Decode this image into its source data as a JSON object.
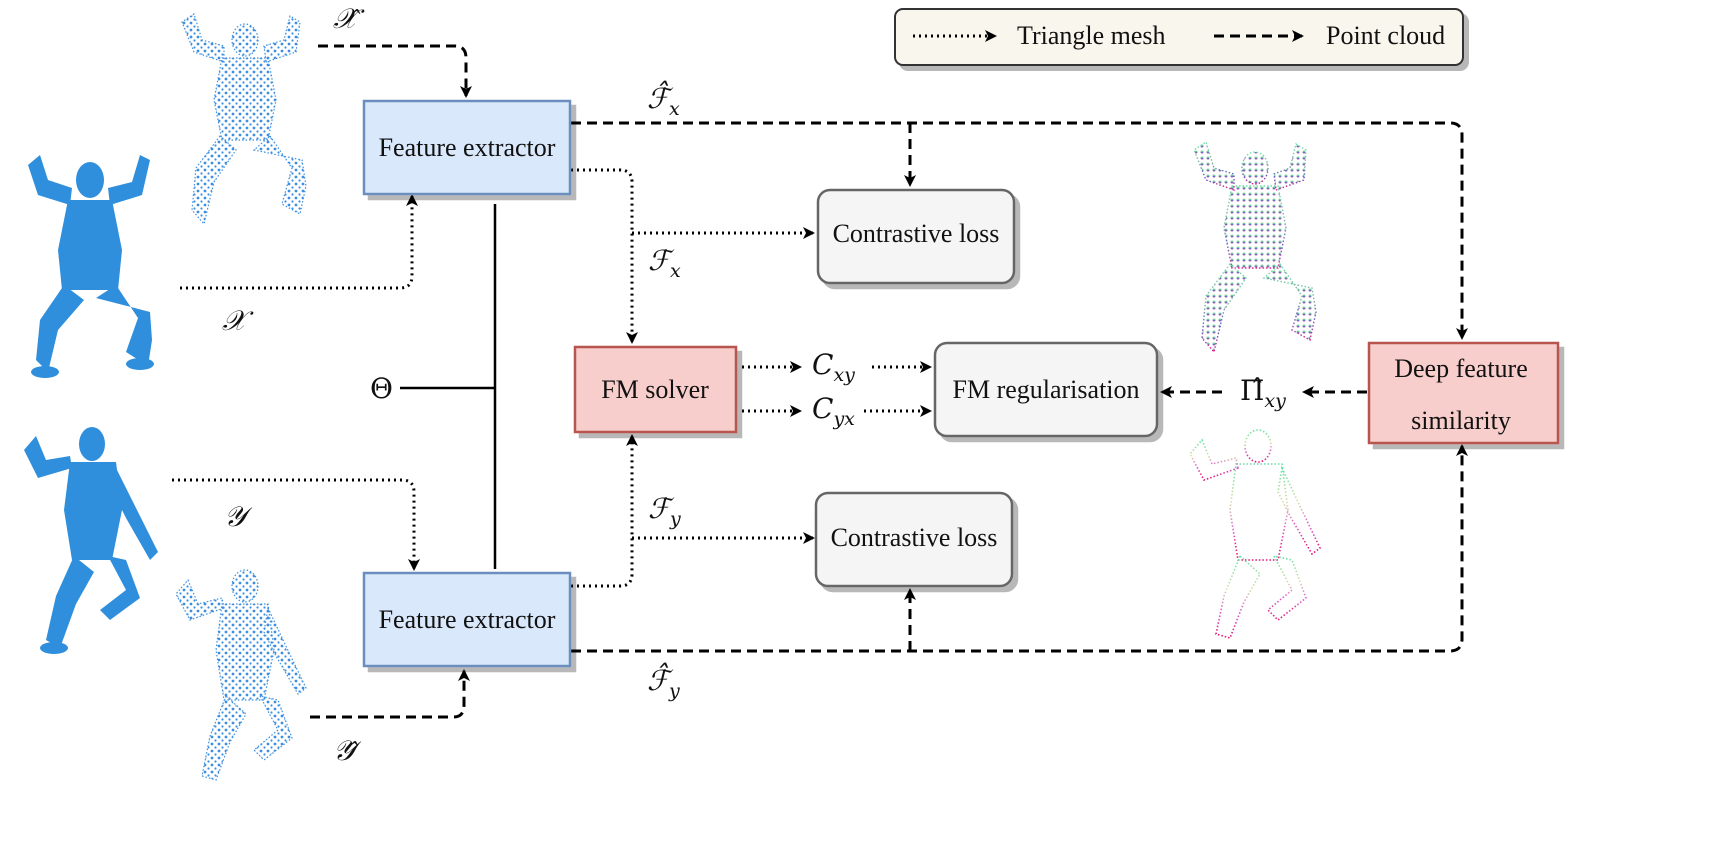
{
  "legend": {
    "mesh_label": "Triangle mesh",
    "cloud_label": "Point cloud"
  },
  "boxes": {
    "feature_extractor_top": "Feature extractor",
    "feature_extractor_bottom": "Feature extractor",
    "contrastive_loss_top": "Contrastive loss",
    "contrastive_loss_bottom": "Contrastive loss",
    "fm_solver": "FM solver",
    "fm_regularisation": "FM regularisation",
    "deep_feature_line1": "Deep feature",
    "deep_feature_line2": "similarity"
  },
  "symbols": {
    "x_hat": "𝒳̂",
    "x": "𝒳",
    "y": "𝒴",
    "y_hat": "𝒴̂",
    "theta": "Θ",
    "F_hat_x_main": "ℱ̂",
    "F_hat_x_sub": "x",
    "F_x_main": "ℱ",
    "F_x_sub": "x",
    "F_y_main": "ℱ",
    "F_y_sub": "y",
    "F_hat_y_main": "ℱ̂",
    "F_hat_y_sub": "y",
    "C_xy_main": "C",
    "C_xy_sub": "xy",
    "C_yx_main": "C",
    "C_yx_sub": "yx",
    "Pi_main": "Π̂",
    "Pi_sub": "xy"
  },
  "colors": {
    "feature_fill": "#dae8fc",
    "feature_stroke": "#6c8ebf",
    "loss_fill": "#f5f5f5",
    "loss_stroke": "#666666",
    "solver_fill": "#f8cecc",
    "solver_stroke": "#b85450",
    "legend_fill": "#f9f7ed",
    "mesh_blue": "#2f8fdc",
    "cloud_blue": "#3c8fe0"
  }
}
